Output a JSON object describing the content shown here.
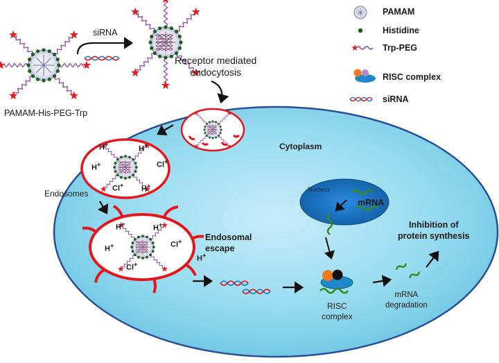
{
  "diagram": {
    "top_arrow_label": "siRNA",
    "nanoparticle_label": "PAMAM-His-PEG-Trp",
    "uptake_label": "Receptor mediated\nendocytosis",
    "cytoplasm_label": "Cytoplasm",
    "endosomes_label": "Endosomes",
    "escape_label": "Endosomal\nescape",
    "nucleus_label": "Nucleus",
    "mrna_label": "mRNA",
    "inhibition_label": "Inhibition of\nprotein synthesis",
    "risc_label": "RISC\ncomplex",
    "degradation_label": "mRNA\ndegradation",
    "proton": "H",
    "chloride": "Cl",
    "ion_sup": "+"
  },
  "legend": [
    {
      "icon": "pamam-icon",
      "label": "PAMAM"
    },
    {
      "icon": "histidine-icon",
      "label": "Histidine"
    },
    {
      "icon": "trp-peg-icon",
      "label": "Trp-PEG"
    },
    {
      "icon": "risc-complex-icon",
      "label": "RISC complex"
    },
    {
      "icon": "sirna-icon",
      "label": "siRNA"
    }
  ],
  "colors": {
    "cell_fill": "#7ecfe8",
    "cell_border": "#2a4f96",
    "endosome_red": "#e8141c",
    "nucleus": "#1e72c2",
    "histidine_green": "#1d5e1d",
    "peg_purple": "#8e4a9e",
    "sirna_red": "#e02020",
    "sirna_blue": "#2a7fd0",
    "mrna_green": "#3a8a22",
    "risc_orange": "#f07820",
    "risc_blue": "#1e88c8"
  }
}
